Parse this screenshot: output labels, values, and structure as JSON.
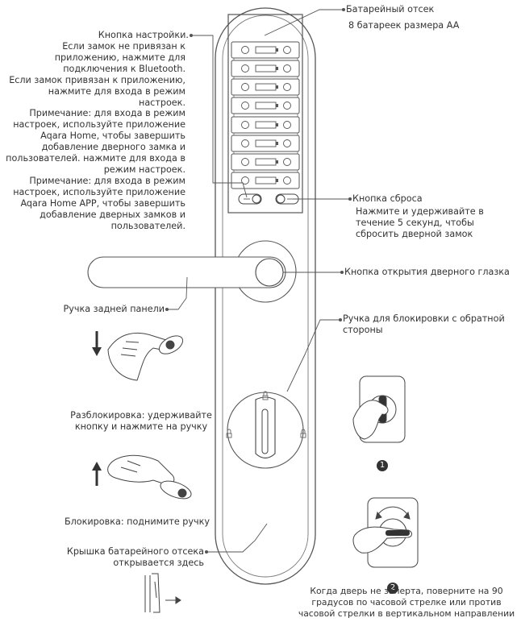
{
  "labels": {
    "battery_title": "Батарейный отсек",
    "battery_sub": "8 батареек размера AA",
    "setup_title": "Кнопка настройки.",
    "setup_body": "Если замок не привязан к\nприложению, нажмите для\nподключения к Bluetooth.\nЕсли замок привязан к приложению,\nнажмите для входа в режим настроек.\nПримечание: для входа в режим\nнастроек, используйте приложение\nAqara Home, чтобы завершить\nдобавление дверного замка и\nпользователей. нажмите для входа в\nрежим настроек.\nПримечание: для входа в режим\nнастроек, используйте приложение\nAqara Home APP, чтобы завершить\nдобавление дверных замков и\nпользователей.",
    "reset_title": "Кнопка сброса",
    "reset_body": "Нажмите и удерживайте в\nтечение 5 секунд, чтобы\nсбросить дверной замок",
    "peephole": "Кнопка открытия дверного глазка",
    "handle": "Ручка задней панели",
    "unlock": "Разблокировка: удерживайте\nкнопку и нажмите на ручку",
    "lock": "Блокировка: поднимите ручку",
    "thumbturn": "Ручка для блокировки с обратной\nстороны",
    "cover": "Крышка батарейного отсека\nоткрывается здесь",
    "rotate": "Когда дверь не заперта, поверните на 90\nградусов по часовой стрелке или против\nчасовой стрелки в вертикальном направлении",
    "step1": "1",
    "step2": "2"
  }
}
